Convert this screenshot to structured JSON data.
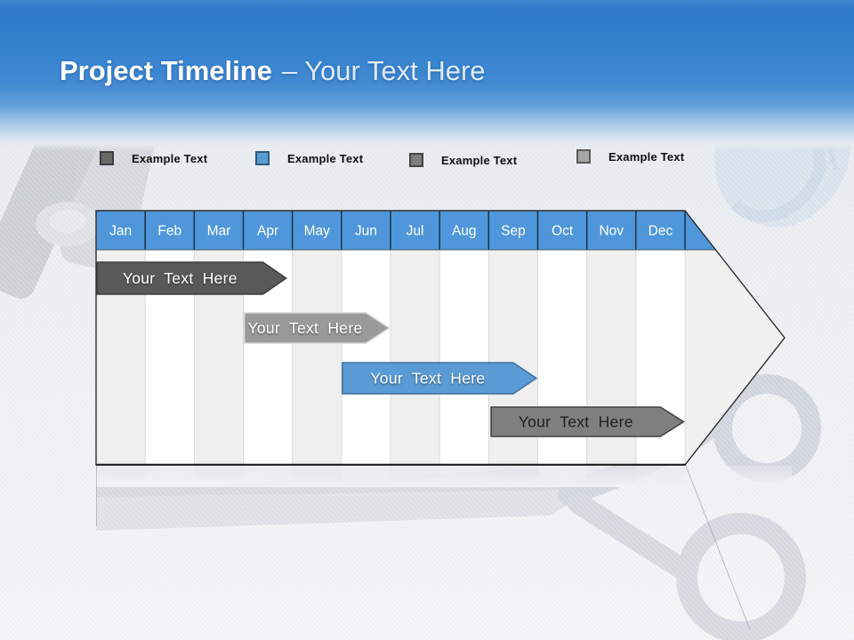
{
  "slide": {
    "title": {
      "main": "Project Timeline",
      "secondary": "– Your Text Here"
    }
  },
  "legend": {
    "items": [
      {
        "label": "Example Text",
        "swatch_color": "#6a6a6a",
        "swatch_border": "#3d3d3d"
      },
      {
        "label": "Example Text",
        "swatch_color": "#5b9bd5",
        "swatch_border": "#31597f"
      },
      {
        "label": "Example Text",
        "swatch_color": "#7f7f7f",
        "swatch_border": "#454545"
      },
      {
        "label": "Example Text",
        "swatch_color": "#a6a6a6",
        "swatch_border": "#5a5a5a"
      }
    ]
  },
  "chart_data": {
    "type": "timeline",
    "title": "Project Timeline – Your Text Here",
    "categories": [
      "Jan",
      "Feb",
      "Mar",
      "Apr",
      "May",
      "Jun",
      "Jul",
      "Aug",
      "Sep",
      "Oct",
      "Nov",
      "Dec"
    ],
    "header_fill": "#4f97da",
    "header_text_color": "#ffffff",
    "header_separator_color": "#1d3144",
    "column_fill": "#ffffff",
    "column_alt_fill": "#efefef",
    "column_separator_color": "#d9d9d9",
    "tail_fill": "#f0f0f0",
    "outline_color": "#2e2e2e",
    "bars": [
      {
        "label": "Your Text Here",
        "start_month": 0.02,
        "end_month": 3.4,
        "span": "Jan–mid Apr",
        "color": "#595959",
        "border_color": "#3d3d3d",
        "text_color": "#ffffff"
      },
      {
        "label": "Your Text Here",
        "start_month": 3.02,
        "end_month": 5.5,
        "span": "Apr–mid Jun",
        "color": "#9a9a9a",
        "border_color": "#d6d6d6",
        "text_color": "#ffffff"
      },
      {
        "label": "Your Text Here",
        "start_month": 5.02,
        "end_month": 8.5,
        "span": "Jun–mid Sep",
        "color": "#5b9bd5",
        "border_color": "#41719c",
        "text_color": "#ffffff"
      },
      {
        "label": "Your Text Here",
        "start_month": 8.05,
        "end_month": 11.5,
        "span": "Sep–mid Dec",
        "color": "#7f7f7f",
        "border_color": "#404040",
        "text_color": "#1f1f1f"
      }
    ],
    "legend_position": "top",
    "grid": "vertical-stripes"
  }
}
